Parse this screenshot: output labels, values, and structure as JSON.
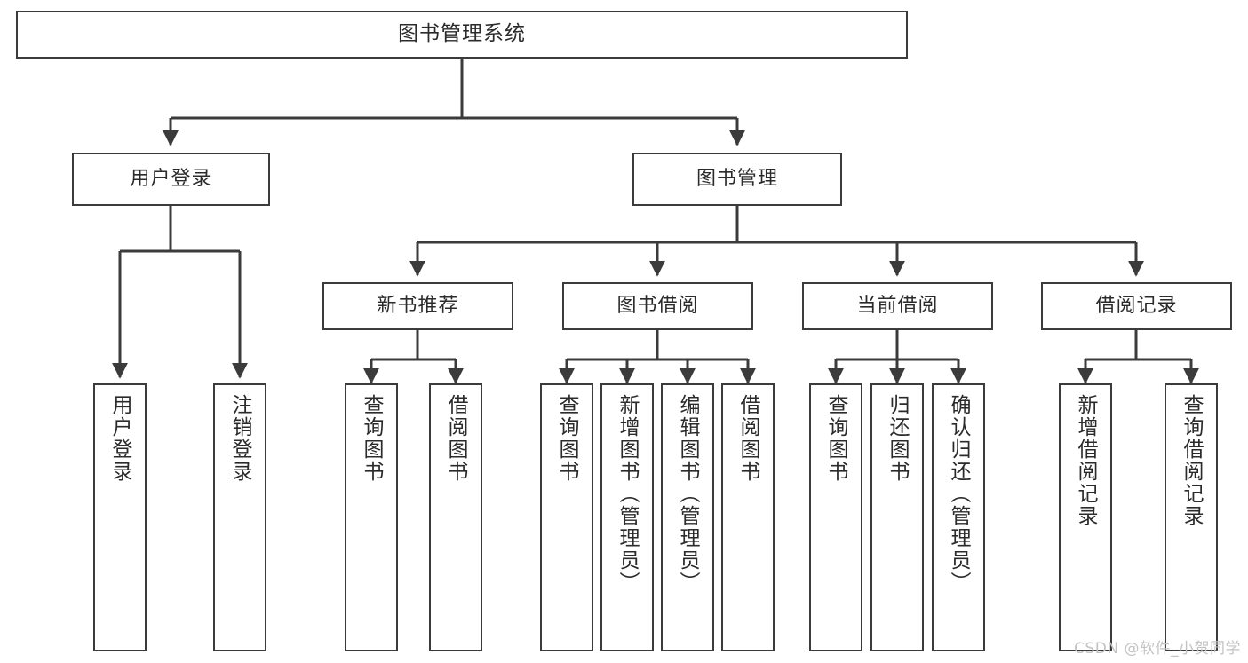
{
  "diagram": {
    "title": "图书管理系统",
    "type": "tree",
    "orientation": "top-down",
    "watermark": "CSDN @软件_小贺同学",
    "colors": {
      "background": "#ffffff",
      "node_border": "#3b3b3b",
      "node_fill": "#ffffff",
      "text": "#2b2b2b",
      "edge": "#3b3b3b",
      "watermark": "#c3c3c3"
    }
  },
  "nodes": {
    "root": {
      "label": "图书管理系统",
      "level": 0
    },
    "level1": [
      {
        "id": "user-login",
        "label": "用户登录"
      },
      {
        "id": "book-manage",
        "label": "图书管理"
      }
    ],
    "level2": [
      {
        "id": "new-book-recommend",
        "label": "新书推荐",
        "parent": "book-manage"
      },
      {
        "id": "book-borrow",
        "label": "图书借阅",
        "parent": "book-manage"
      },
      {
        "id": "current-borrow",
        "label": "当前借阅",
        "parent": "book-manage"
      },
      {
        "id": "borrow-record",
        "label": "借阅记录",
        "parent": "book-manage"
      }
    ],
    "leaves": {
      "user-login": [
        {
          "id": "leaf-user-login",
          "label": "用户登录"
        },
        {
          "id": "leaf-user-logout",
          "label": "注销登录"
        }
      ],
      "new-book-recommend": [
        {
          "id": "leaf-query-book-1",
          "label": "查询图书"
        },
        {
          "id": "leaf-borrow-book-1",
          "label": "借阅图书"
        }
      ],
      "book-borrow": [
        {
          "id": "leaf-query-book-2",
          "label": "查询图书"
        },
        {
          "id": "leaf-add-book",
          "label": "新增图书（管理员）"
        },
        {
          "id": "leaf-edit-book",
          "label": "编辑图书（管理员）"
        },
        {
          "id": "leaf-borrow-book-2",
          "label": "借阅图书"
        }
      ],
      "current-borrow": [
        {
          "id": "leaf-query-book-3",
          "label": "查询图书"
        },
        {
          "id": "leaf-return-book",
          "label": "归还图书"
        },
        {
          "id": "leaf-confirm-return",
          "label": "确认归还（管理员）"
        }
      ],
      "borrow-record": [
        {
          "id": "leaf-add-record",
          "label": "新增借阅记录"
        },
        {
          "id": "leaf-query-record",
          "label": "查询借阅记录"
        }
      ]
    }
  }
}
